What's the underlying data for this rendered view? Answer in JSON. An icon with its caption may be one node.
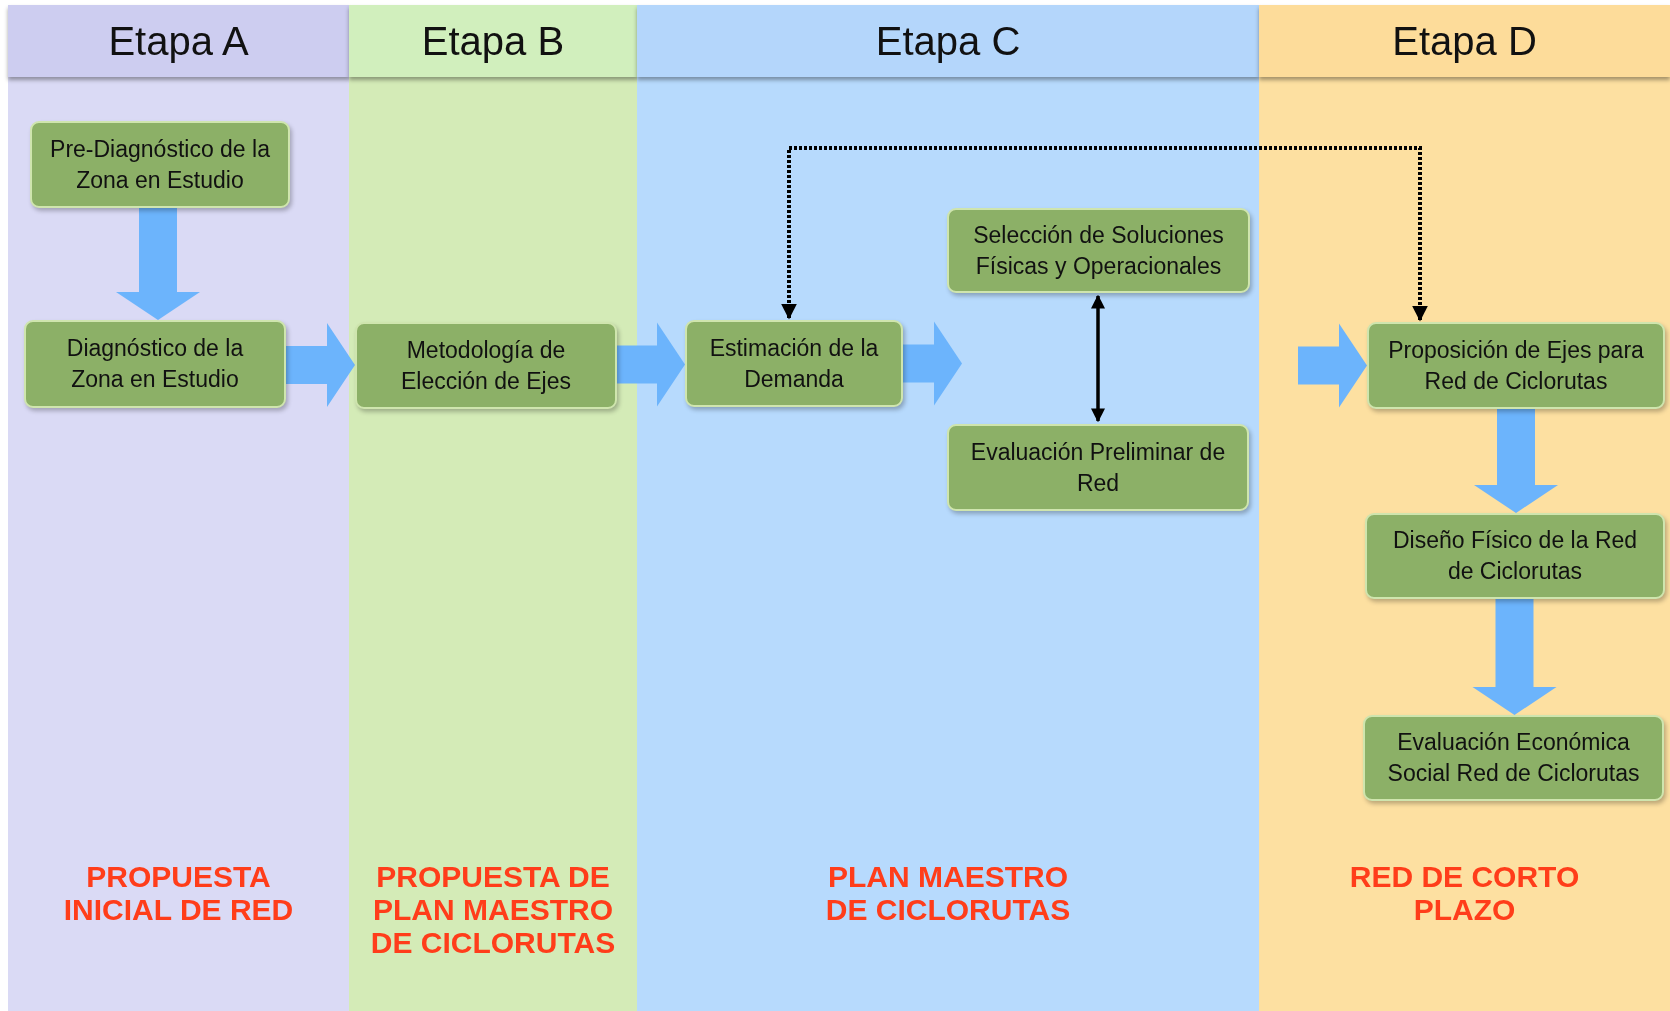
{
  "diagram": {
    "nodes": [
      {
        "text": [
          "Etapa A",
          "PROPUESTA INICIAL DE RED"
        ]
      },
      {
        "text": [
          "Pre-Diagnóstico de la Zona en Estudio"
        ],
        "in": 0
      },
      {
        "text": [
          "Diagnóstico de la Zona en Estudio"
        ],
        "in": 0
      },
      {
        "text": [
          "Etapa B",
          "PROPUESTA DE PLAN MAESTRO DE CICLORUTAS"
        ]
      },
      {
        "text": [
          "Metodología de Elección de Ejes"
        ],
        "in": 3
      },
      {
        "text": [
          "Etapa C",
          "PLAN MAESTRO DE CICLORUTAS"
        ]
      },
      {
        "text": [
          "Estimación de la Demanda"
        ],
        "in": 5
      },
      {
        "text": [
          "Selección de Soluciones Físicas y Operacionales"
        ],
        "in": 5
      },
      {
        "text": [
          "Evaluación Preliminar de Red"
        ],
        "in": 5
      },
      {
        "text": [
          "Etapa D",
          "RED DE CORTO PLAZO"
        ]
      },
      {
        "text": [
          "Proposición de Ejes para Red de Ciclorutas"
        ],
        "in": 9
      },
      {
        "text": [
          "Diseño Físico de la Red de Ciclorutas"
        ],
        "in": 9
      },
      {
        "text": [
          "Evaluación Económica Social Red de Ciclorutas"
        ],
        "in": 9
      }
    ],
    "edges": [
      {
        "from": 1,
        "to": 2,
        "arrow": "to"
      },
      {
        "from": 2,
        "to": 4,
        "arrow": "to"
      },
      {
        "from": 4,
        "to": 6,
        "arrow": "to"
      },
      {
        "from": 6,
        "to": null,
        "arrow": "to"
      },
      {
        "from": null,
        "to": 10,
        "arrow": "to"
      },
      {
        "from": 7,
        "to": 8,
        "arrow": "both",
        "color": "#000000"
      },
      {
        "from": 6,
        "to": 10,
        "arrow": "both",
        "style": "dashed",
        "color": "#000000"
      },
      {
        "from": 10,
        "to": 11,
        "arrow": "to"
      },
      {
        "from": 11,
        "to": 12,
        "arrow": "to"
      }
    ]
  }
}
